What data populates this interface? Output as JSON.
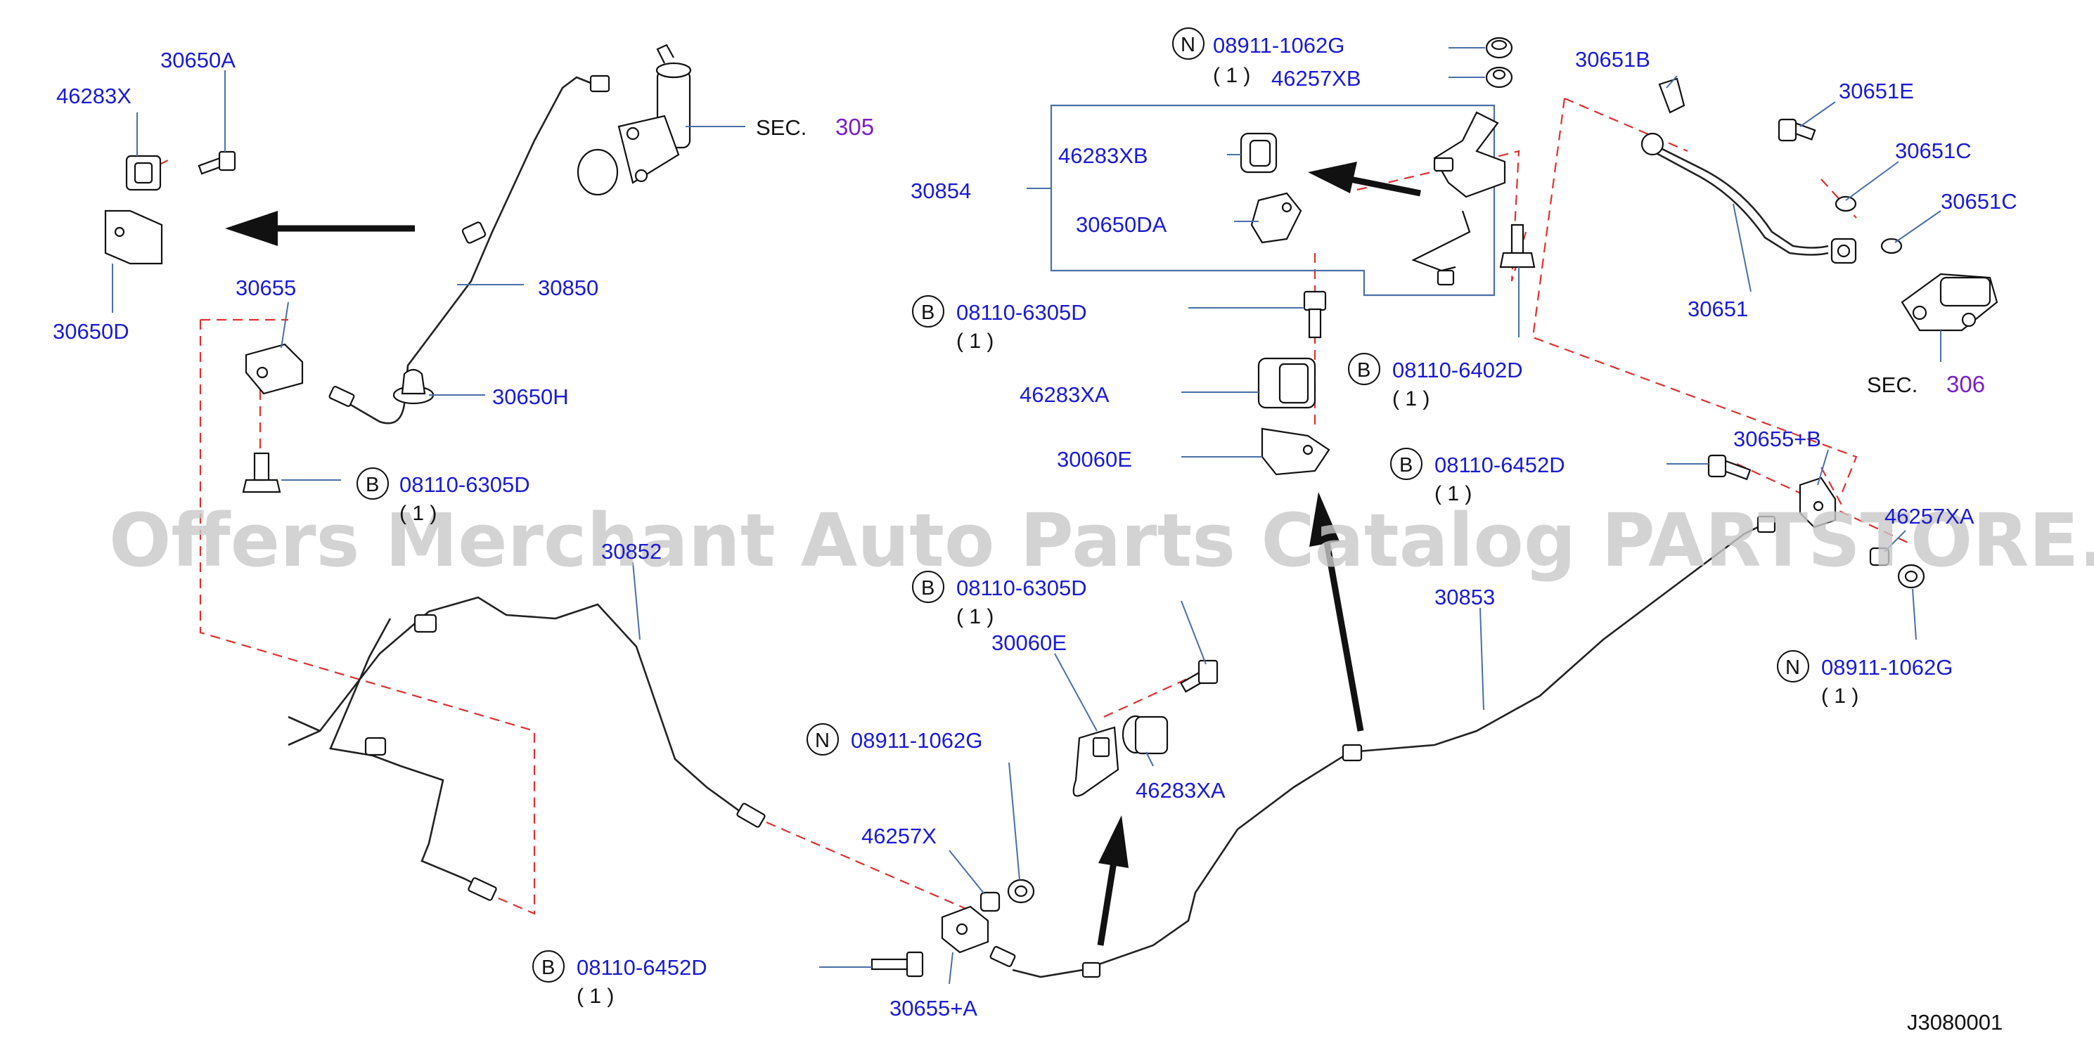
{
  "labels": {
    "p30650A": "30650A",
    "p46283X": "46283X",
    "p30650D": "30650D",
    "p30655": "30655",
    "p30850": "30850",
    "p30650H": "30650H",
    "p30852": "30852",
    "p30854": "30854",
    "p46283XB": "46283XB",
    "p30650DA": "30650DA",
    "p46257XB": "46257XB",
    "p46283XA_top": "46283XA",
    "p30060E_top": "30060E",
    "p30060E_bot": "30060E",
    "p46283XA_bot": "46283XA",
    "p46257X": "46257X",
    "p30655A": "30655+A",
    "p30853": "30853",
    "p30651B": "30651B",
    "p30651E": "30651E",
    "p30651C_1": "30651C",
    "p30651C_2": "30651C",
    "p30651": "30651",
    "p30655B": "30655+B",
    "p46257XA": "46257XA"
  },
  "fasteners": {
    "b_08110_6305D_left": "08110-6305D",
    "b_08110_6305D_mid": "08110-6305D",
    "b_08110_6305D_low": "08110-6305D",
    "b_08110_6402D": "08110-6402D",
    "b_08110_6452D_right": "08110-6452D",
    "b_08110_6452D_bottom": "08110-6452D",
    "n_08911_1062G_top": "08911-1062G",
    "n_08911_1062G_mid": "08911-1062G",
    "n_08911_1062G_right": "08911-1062G",
    "letter_b": "B",
    "letter_n": "N",
    "qty": "( 1 )"
  },
  "sections": {
    "sec_prefix": "SEC.",
    "sec_305": "305",
    "sec_306": "306"
  },
  "watermark": "Offers Merchant Auto Parts Catalog PARTSTORE.SA",
  "diagram_code": "J3080001",
  "colors": {
    "label": "#1a1ad6",
    "section_number": "#7a1fc4",
    "dashed_link": "#e03030",
    "leader": "#4a6fa8"
  }
}
